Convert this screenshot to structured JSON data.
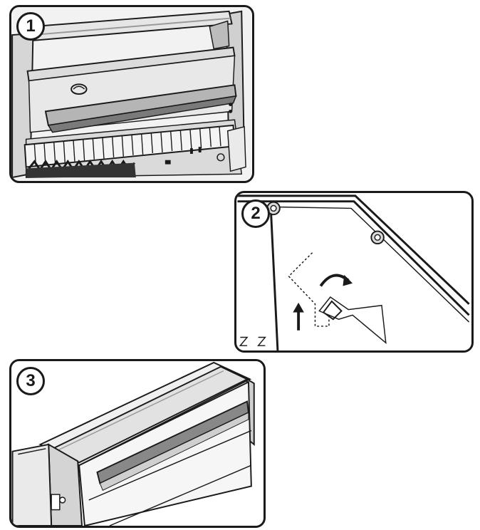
{
  "steps": [
    {
      "number": "1"
    },
    {
      "number": "2"
    },
    {
      "number": "3"
    }
  ],
  "colors": {
    "outline": "#1a1a1a",
    "metal_light": "#e4e4e4",
    "metal_mid": "#c8c8c8",
    "metal_dark": "#8a8a8a",
    "shadow": "#555555"
  }
}
